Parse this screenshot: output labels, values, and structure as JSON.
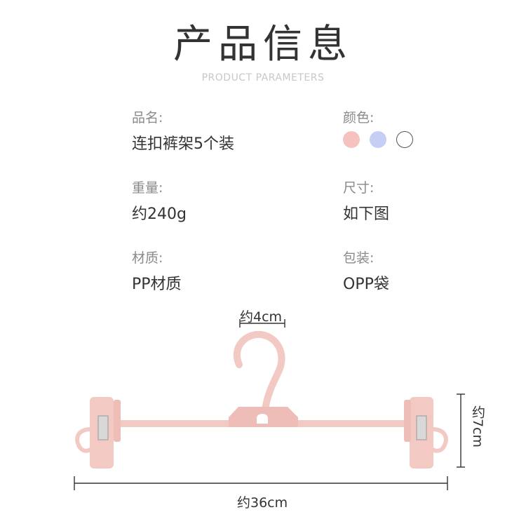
{
  "header": {
    "title": "产品信息",
    "subtitle": "PRODUCT PARAMETERS"
  },
  "params": {
    "name": {
      "label": "品名:",
      "value": "连扣裤架5个装"
    },
    "color": {
      "label": "颜色:",
      "swatches": [
        "#f5c2bf",
        "#c5cff5",
        "#ffffff"
      ]
    },
    "weight": {
      "label": "重量:",
      "value": "约240g"
    },
    "size": {
      "label": "尺寸:",
      "value": "如下图"
    },
    "material": {
      "label": "材质:",
      "value": "PP材质"
    },
    "packaging": {
      "label": "包装:",
      "value": "OPP袋"
    }
  },
  "dimensions": {
    "hook_width": "约4cm",
    "height": "约7cm",
    "length": "约36cm"
  },
  "product": {
    "color": "#f3c9c4"
  }
}
